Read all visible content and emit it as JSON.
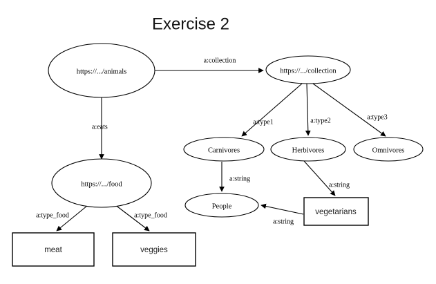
{
  "title": "Exercise 2",
  "nodes": [
    {
      "id": "animals",
      "label": "https://.../animals",
      "shape": "ellipse",
      "style": "serif"
    },
    {
      "id": "collection",
      "label": "https://.../collection",
      "shape": "ellipse",
      "style": "serif"
    },
    {
      "id": "food",
      "label": "https://.../food",
      "shape": "ellipse",
      "style": "serif"
    },
    {
      "id": "carnivores",
      "label": "Carnivores",
      "shape": "ellipse",
      "style": "serif"
    },
    {
      "id": "herbivores",
      "label": "Herbivores",
      "shape": "ellipse",
      "style": "serif"
    },
    {
      "id": "omnivores",
      "label": "Omnivores",
      "shape": "ellipse",
      "style": "serif"
    },
    {
      "id": "people",
      "label": "People",
      "shape": "ellipse",
      "style": "serif"
    },
    {
      "id": "meat",
      "label": "meat",
      "shape": "rectangle",
      "style": "sans"
    },
    {
      "id": "veggies",
      "label": "veggies",
      "shape": "rectangle",
      "style": "sans"
    },
    {
      "id": "vegetarians",
      "label": "vegetarians",
      "shape": "rectangle",
      "style": "sans"
    }
  ],
  "edges": [
    {
      "id": "e1",
      "from": "animals",
      "to": "collection",
      "label": "a:collection"
    },
    {
      "id": "e2",
      "from": "animals",
      "to": "food",
      "label": "a:eats"
    },
    {
      "id": "e3",
      "from": "food",
      "to": "meat",
      "label": "a:type_food"
    },
    {
      "id": "e4",
      "from": "food",
      "to": "veggies",
      "label": "a:type_food"
    },
    {
      "id": "e5",
      "from": "collection",
      "to": "carnivores",
      "label": "a:type1"
    },
    {
      "id": "e6",
      "from": "collection",
      "to": "herbivores",
      "label": "a:type2"
    },
    {
      "id": "e7",
      "from": "collection",
      "to": "omnivores",
      "label": "a:type3"
    },
    {
      "id": "e8",
      "from": "carnivores",
      "to": "people",
      "label": "a:string"
    },
    {
      "id": "e9",
      "from": "herbivores",
      "to": "vegetarians",
      "label": "a:string"
    },
    {
      "id": "e10",
      "from": "vegetarians",
      "to": "people",
      "label": "a:string"
    }
  ],
  "colors": {
    "background": "#ffffff",
    "stroke": "#000000",
    "text": "#000000"
  }
}
